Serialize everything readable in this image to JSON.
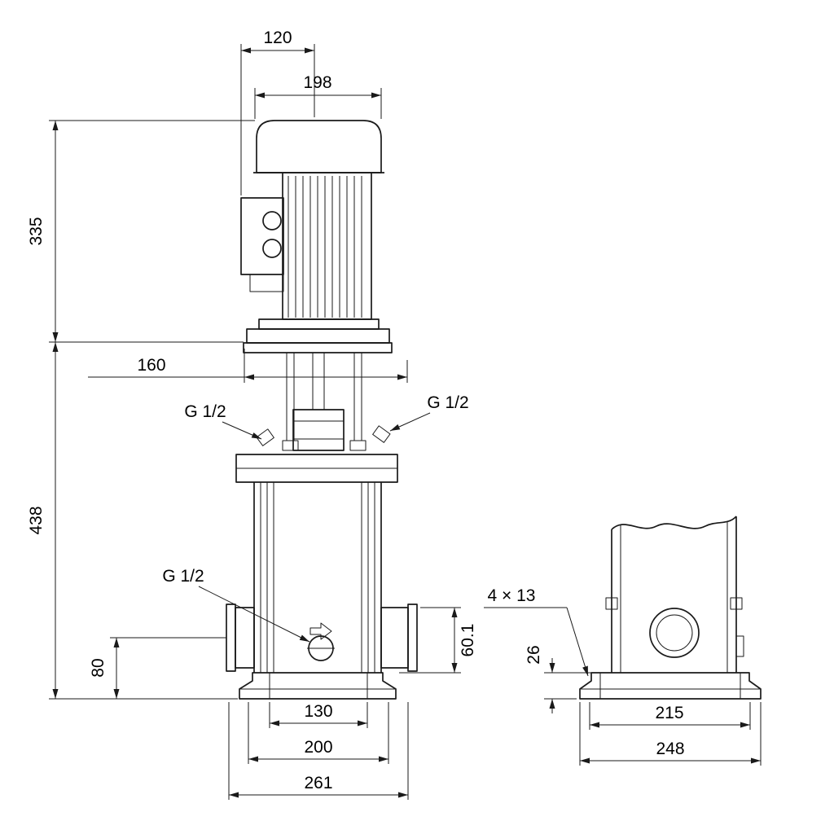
{
  "drawing": {
    "type": "pump-dimensional-drawing",
    "background": "#ffffff",
    "line_color": "#1a1a1a"
  },
  "front_view": {
    "dims": {
      "top_width": "120",
      "motor_width": "198",
      "motor_height": "335",
      "flange_width": "160",
      "pump_height": "438",
      "port_center_height": "80",
      "port_offset": "60.1",
      "base_inner_width": "130",
      "bolt_spacing": "200",
      "overall_base_width": "261"
    },
    "labels": {
      "gas_thread_left": "G 1/2",
      "gas_thread_right": "G 1/2",
      "gas_thread_drain": "G 1/2"
    }
  },
  "side_view": {
    "dims": {
      "base_holes": "4 × 13",
      "base_height": "26",
      "bolt_spacing": "215",
      "base_width": "248"
    }
  }
}
